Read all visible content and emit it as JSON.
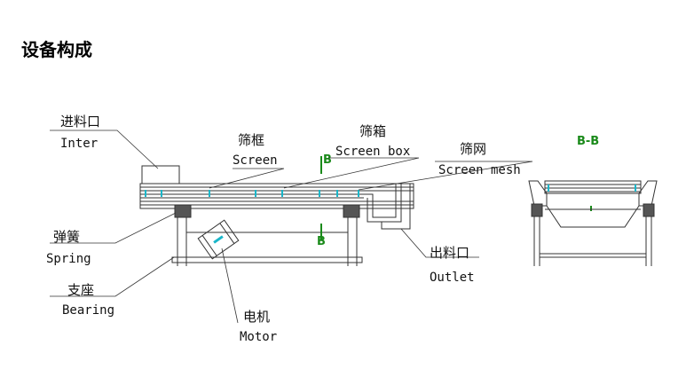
{
  "heading": "设备构成",
  "labels": {
    "inlet": {
      "cn": "进料口",
      "en": "Inter"
    },
    "screen_frame": {
      "cn": "筛框",
      "en": "Screen"
    },
    "screen_box": {
      "cn": "筛箱",
      "en": "Screen box"
    },
    "screen_mesh": {
      "cn": "筛网",
      "en": "Screen mesh"
    },
    "outlet": {
      "cn": "出料口",
      "en": "Outlet"
    },
    "spring": {
      "cn": "弹簧",
      "en": "Spring"
    },
    "bearing": {
      "cn": "支座",
      "en": "Bearing"
    },
    "motor": {
      "cn": "电机",
      "en": "Motor"
    },
    "section_view": "B-B",
    "section_marker_top": "B",
    "section_marker_bottom": "B"
  },
  "colors": {
    "line": "#333333",
    "accent": "#19b6c9",
    "section_mark": "#1a8a1a"
  }
}
